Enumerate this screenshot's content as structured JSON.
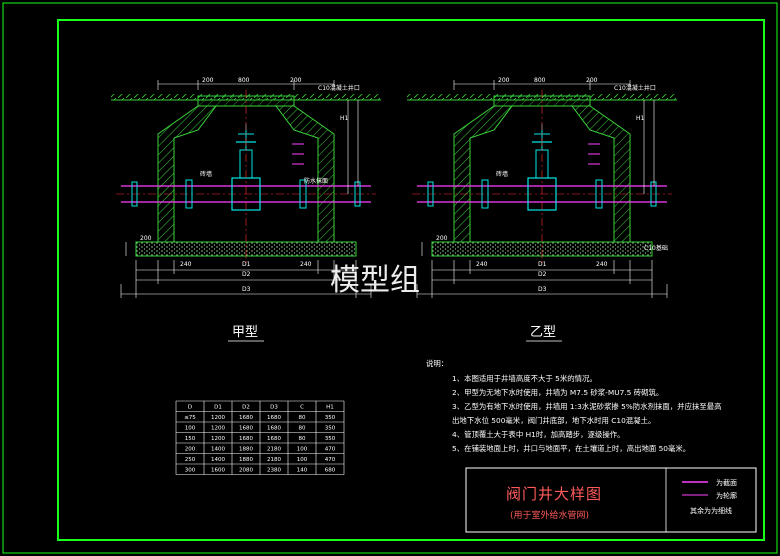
{
  "drawing": {
    "title": "阀门井大样图",
    "subtitle": "(用于室外给水管网)",
    "watermark": "模型组",
    "views": [
      {
        "caption": "甲型",
        "wall_label": "砖墙"
      },
      {
        "caption": "乙型",
        "wall_label": "砖墙"
      }
    ],
    "dims": {
      "wall": "200",
      "opening": "800",
      "base_side": "240",
      "base_h": "200",
      "d1": "D1",
      "d2": "D2",
      "d3": "D3",
      "h1": "H1"
    },
    "labels": {
      "manhole_a": "C10混凝土井口",
      "manhole_b": "C10混凝土井口",
      "base_b": "C10基础",
      "plaster": "防水抹面"
    }
  },
  "notes": {
    "heading": "说明：",
    "items": [
      "1、本图适用于井墙高度不大于  5米的情况。",
      "2、甲型为无地下水时使用，井墙为   M7.5 砂浆-MU7.5 砖砌筑。",
      "3、乙型为有地下水时使用，井墙用  1:3水泥砂浆掺 5%防水剂抹面，并应抹至最高",
      "   出地下水位 500毫米，阀门井底部，地下水时用  C10混凝土。",
      "4、管顶覆土大于表中 H1时，加高踏步，逐级操作。",
      "5、在铺装地面上时，井口与地面平，在土壤道上时，高出地面     50毫米。"
    ]
  },
  "table": {
    "headers": [
      "D",
      "D1",
      "D2",
      "D3",
      "C",
      "H1"
    ],
    "rows": [
      [
        "≤75",
        "1200",
        "1680",
        "1680",
        "80",
        "350"
      ],
      [
        "100",
        "1200",
        "1680",
        "1680",
        "80",
        "350"
      ],
      [
        "150",
        "1200",
        "1680",
        "1680",
        "80",
        "350"
      ],
      [
        "200",
        "1400",
        "1880",
        "2180",
        "100",
        "470"
      ],
      [
        "250",
        "1400",
        "1880",
        "2180",
        "100",
        "470"
      ],
      [
        "300",
        "1600",
        "2080",
        "2380",
        "140",
        "680"
      ]
    ]
  },
  "legend": {
    "items": [
      {
        "label": "为截面",
        "color": "#ff3fff"
      },
      {
        "label": "为轮廓",
        "color": "#ff3fff"
      },
      {
        "label": "其余为为细线",
        "color": "#ffffff"
      }
    ]
  },
  "colors": {
    "frame": "#19ff19",
    "section": "#39d039",
    "pipe": "#ff3fff",
    "center": "#ff3030",
    "dim": "#ffffff",
    "title": "#ff5a5a",
    "valve": "#00e5e5"
  }
}
